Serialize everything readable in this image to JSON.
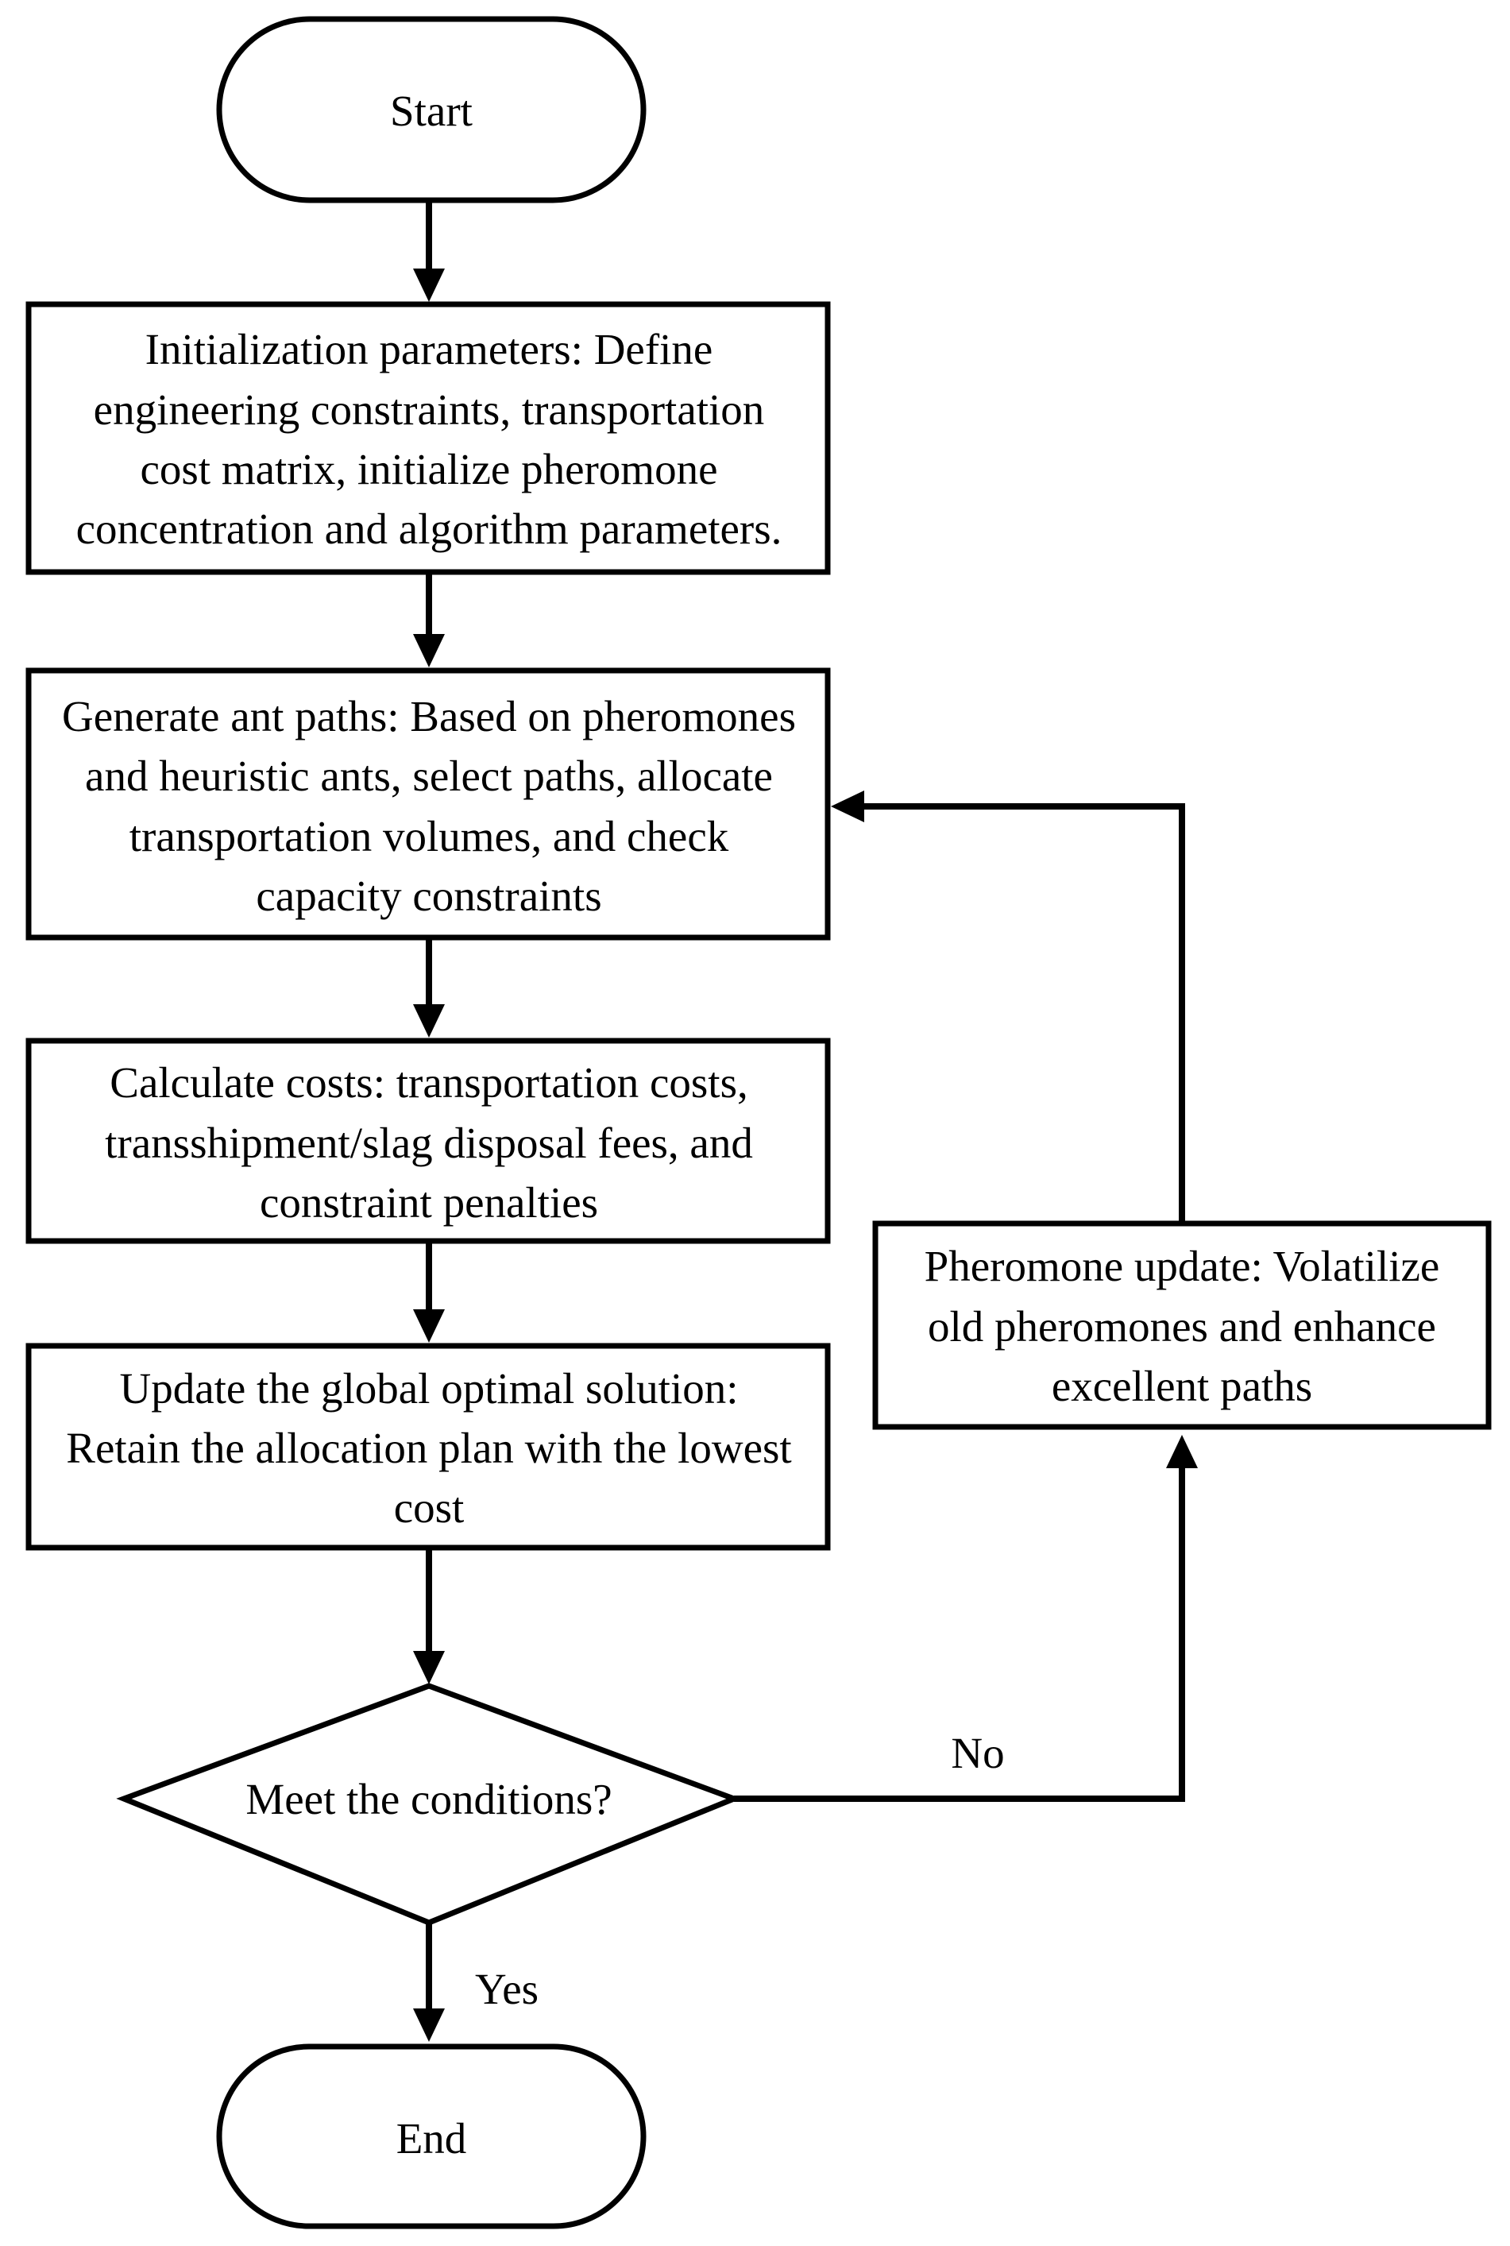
{
  "flowchart": {
    "start": {
      "label": "Start"
    },
    "init": {
      "lines": [
        "Initialization parameters: Define",
        "engineering constraints, transportation",
        "cost matrix, initialize pheromone",
        "concentration and algorithm parameters."
      ]
    },
    "generate": {
      "lines": [
        "Generate ant paths: Based on pheromones",
        "and heuristic ants, select paths, allocate",
        "transportation volumes, and check",
        "capacity constraints"
      ]
    },
    "calculate": {
      "lines": [
        "Calculate costs: transportation costs,",
        "transshipment/slag disposal fees, and",
        "constraint penalties"
      ]
    },
    "update_global": {
      "lines": [
        "Update the global optimal solution:",
        "Retain the allocation plan with the lowest",
        "cost"
      ]
    },
    "decision": {
      "label": "Meet the conditions?"
    },
    "pheromone_update": {
      "lines": [
        "Pheromone update: Volatilize",
        "old pheromones and enhance",
        "excellent paths"
      ]
    },
    "end": {
      "label": "End"
    },
    "edges": {
      "no_label": "No",
      "yes_label": "Yes"
    }
  }
}
